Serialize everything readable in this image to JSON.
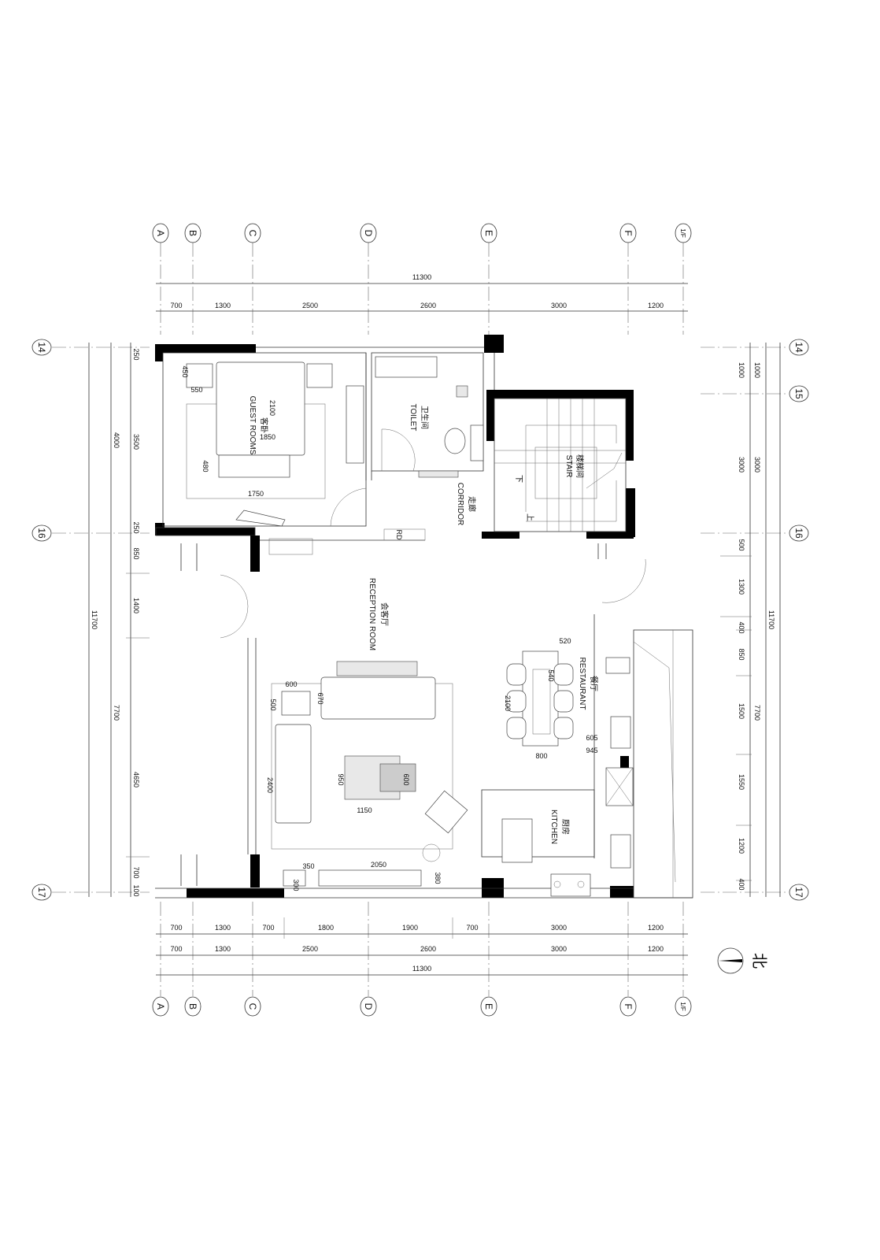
{
  "grid": {
    "columns": [
      "A",
      "B",
      "C",
      "D",
      "E",
      "F",
      "1/F"
    ],
    "rows": [
      "14",
      "15",
      "16",
      "17"
    ]
  },
  "dimensions": {
    "top_total": "11300",
    "top": [
      "700",
      "1300",
      "2500",
      "2600",
      "3000",
      "1200"
    ],
    "bottom_detail": [
      "700",
      "1300",
      "700",
      "1800",
      "1900",
      "700",
      "3000",
      "1200"
    ],
    "bottom": [
      "700",
      "1300",
      "2500",
      "2600",
      "3000",
      "1200"
    ],
    "bottom_total": "11300",
    "left_total": "11700",
    "left_mid": [
      "4000",
      "7700"
    ],
    "left": [
      "250",
      "3500",
      "250",
      "850",
      "1400",
      "4650",
      "700",
      "100"
    ],
    "right_total": "11700",
    "right_mid": [
      "1000",
      "3000",
      "7700"
    ],
    "right": [
      "1000",
      "3000",
      "500",
      "1300",
      "400",
      "850",
      "1500",
      "1550",
      "1200",
      "400"
    ]
  },
  "rooms": {
    "guest": {
      "cn": "客卧",
      "en": "GUEST ROOMS"
    },
    "toilet": {
      "cn": "卫生间",
      "en": "TOILET"
    },
    "corridor": {
      "cn": "走廊",
      "en": "CORRIDOR"
    },
    "stair": {
      "cn": "楼梯间",
      "en": "STAIR",
      "down": "下",
      "up": "上"
    },
    "reception": {
      "cn": "会客厅",
      "en": "RECEPTION ROOM"
    },
    "restaurant": {
      "cn": "餐厅",
      "en": "RESTAURANT"
    },
    "kitchen": {
      "cn": "厨房",
      "en": "KITCHEN"
    }
  },
  "labels": {
    "rd": "RD",
    "north": "北"
  },
  "furniture_dims": {
    "nightstand_w": "550",
    "nightstand_d": "450",
    "bed_l": "2100",
    "bed_w": "1850",
    "bench_d": "480",
    "rug_w": "1750",
    "side_table_w": "600",
    "side_table_d": "500",
    "sofa_d": "670",
    "sofa_l": "2400",
    "coffee_d": "950",
    "ottoman": "600",
    "coffee_w": "1150",
    "tv_side_w": "350",
    "tv_w": "2050",
    "tv_side_d": "300",
    "tv_d": "380",
    "dining_chair": "520",
    "dining_table_w": "540",
    "dining_l": "2100",
    "dining_w": "800",
    "dining_gap": "945",
    "counter_gap": "605"
  }
}
